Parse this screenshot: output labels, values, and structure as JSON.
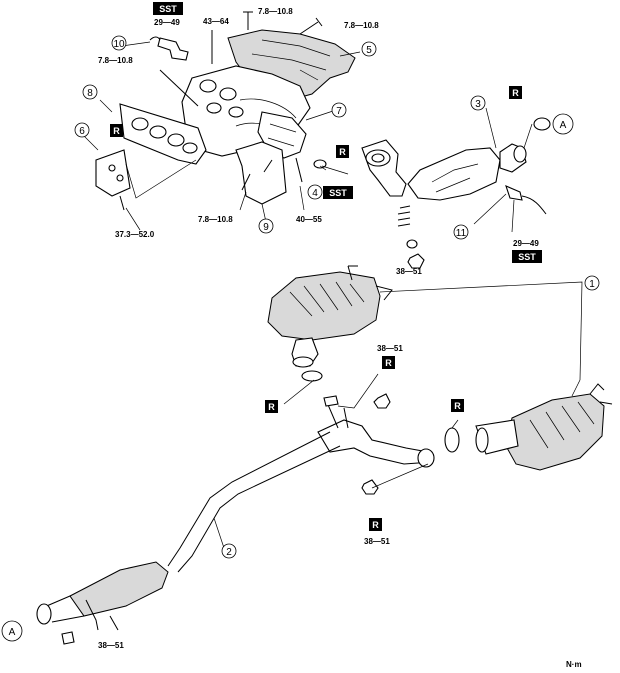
{
  "callouts": [
    "1",
    "2",
    "3",
    "4",
    "5",
    "6",
    "7",
    "8",
    "9",
    "10",
    "11"
  ],
  "connector_label": "A",
  "tags": {
    "sst": "SST",
    "r": "R"
  },
  "torques": {
    "t_top_bolt": "7.8—10.8",
    "t_top_right_bolt": "7.8—10.8",
    "t_43_64": "43—64",
    "t_sst_top": "29—49",
    "t_left_78": "7.8—10.8",
    "t_373": "37.3—52.0",
    "t_bottom_78": "7.8—10.8",
    "t_40_55": "40—55",
    "t_38_51_center": "38—51",
    "t_sensor_right": "29—49",
    "t_38_51_mid": "38—51",
    "t_38_51_lower": "38—51",
    "t_38_51_left": "38—51"
  },
  "unit": "N·m"
}
